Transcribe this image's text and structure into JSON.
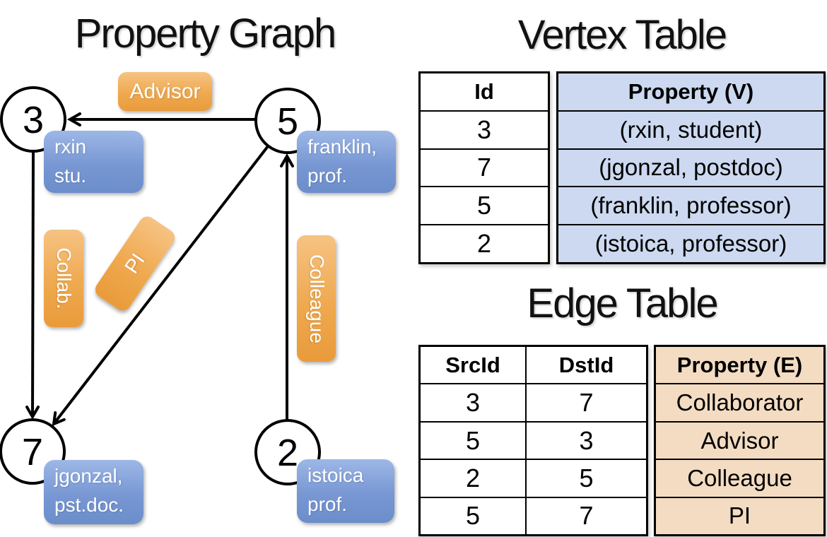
{
  "graph": {
    "title": "Property Graph",
    "nodes": [
      {
        "id": "3",
        "property_lines": [
          "rxin",
          "stu."
        ]
      },
      {
        "id": "5",
        "property_lines": [
          "franklin,",
          "prof."
        ]
      },
      {
        "id": "7",
        "property_lines": [
          "jgonzal,",
          "pst.doc."
        ]
      },
      {
        "id": "2",
        "property_lines": [
          "istoica",
          "prof."
        ]
      }
    ],
    "edges": [
      {
        "src": "5",
        "dst": "3",
        "label": "Advisor"
      },
      {
        "src": "3",
        "dst": "7",
        "label": "Collab."
      },
      {
        "src": "5",
        "dst": "7",
        "label": "PI"
      },
      {
        "src": "2",
        "dst": "5",
        "label": "Colleague"
      }
    ]
  },
  "vertex_table": {
    "title": "Vertex Table",
    "columns": [
      "Id",
      "Property (V)"
    ],
    "rows": [
      [
        "3",
        "(rxin, student)"
      ],
      [
        "7",
        "(jgonzal, postdoc)"
      ],
      [
        "5",
        "(franklin, professor)"
      ],
      [
        "2",
        "(istoica, professor)"
      ]
    ]
  },
  "edge_table": {
    "title": "Edge Table",
    "columns": [
      "SrcId",
      "DstId",
      "Property (E)"
    ],
    "rows": [
      [
        "3",
        "7",
        "Collaborator"
      ],
      [
        "5",
        "3",
        "Advisor"
      ],
      [
        "2",
        "5",
        "Colleague"
      ],
      [
        "5",
        "7",
        "PI"
      ]
    ]
  },
  "colors": {
    "vertex_label_fill": "#7897d3",
    "edge_label_fill": "#efa94f",
    "vertex_property_column_fill": "#ccd9f0",
    "edge_property_column_fill": "#f3dcc2",
    "line_color": "#000000"
  }
}
